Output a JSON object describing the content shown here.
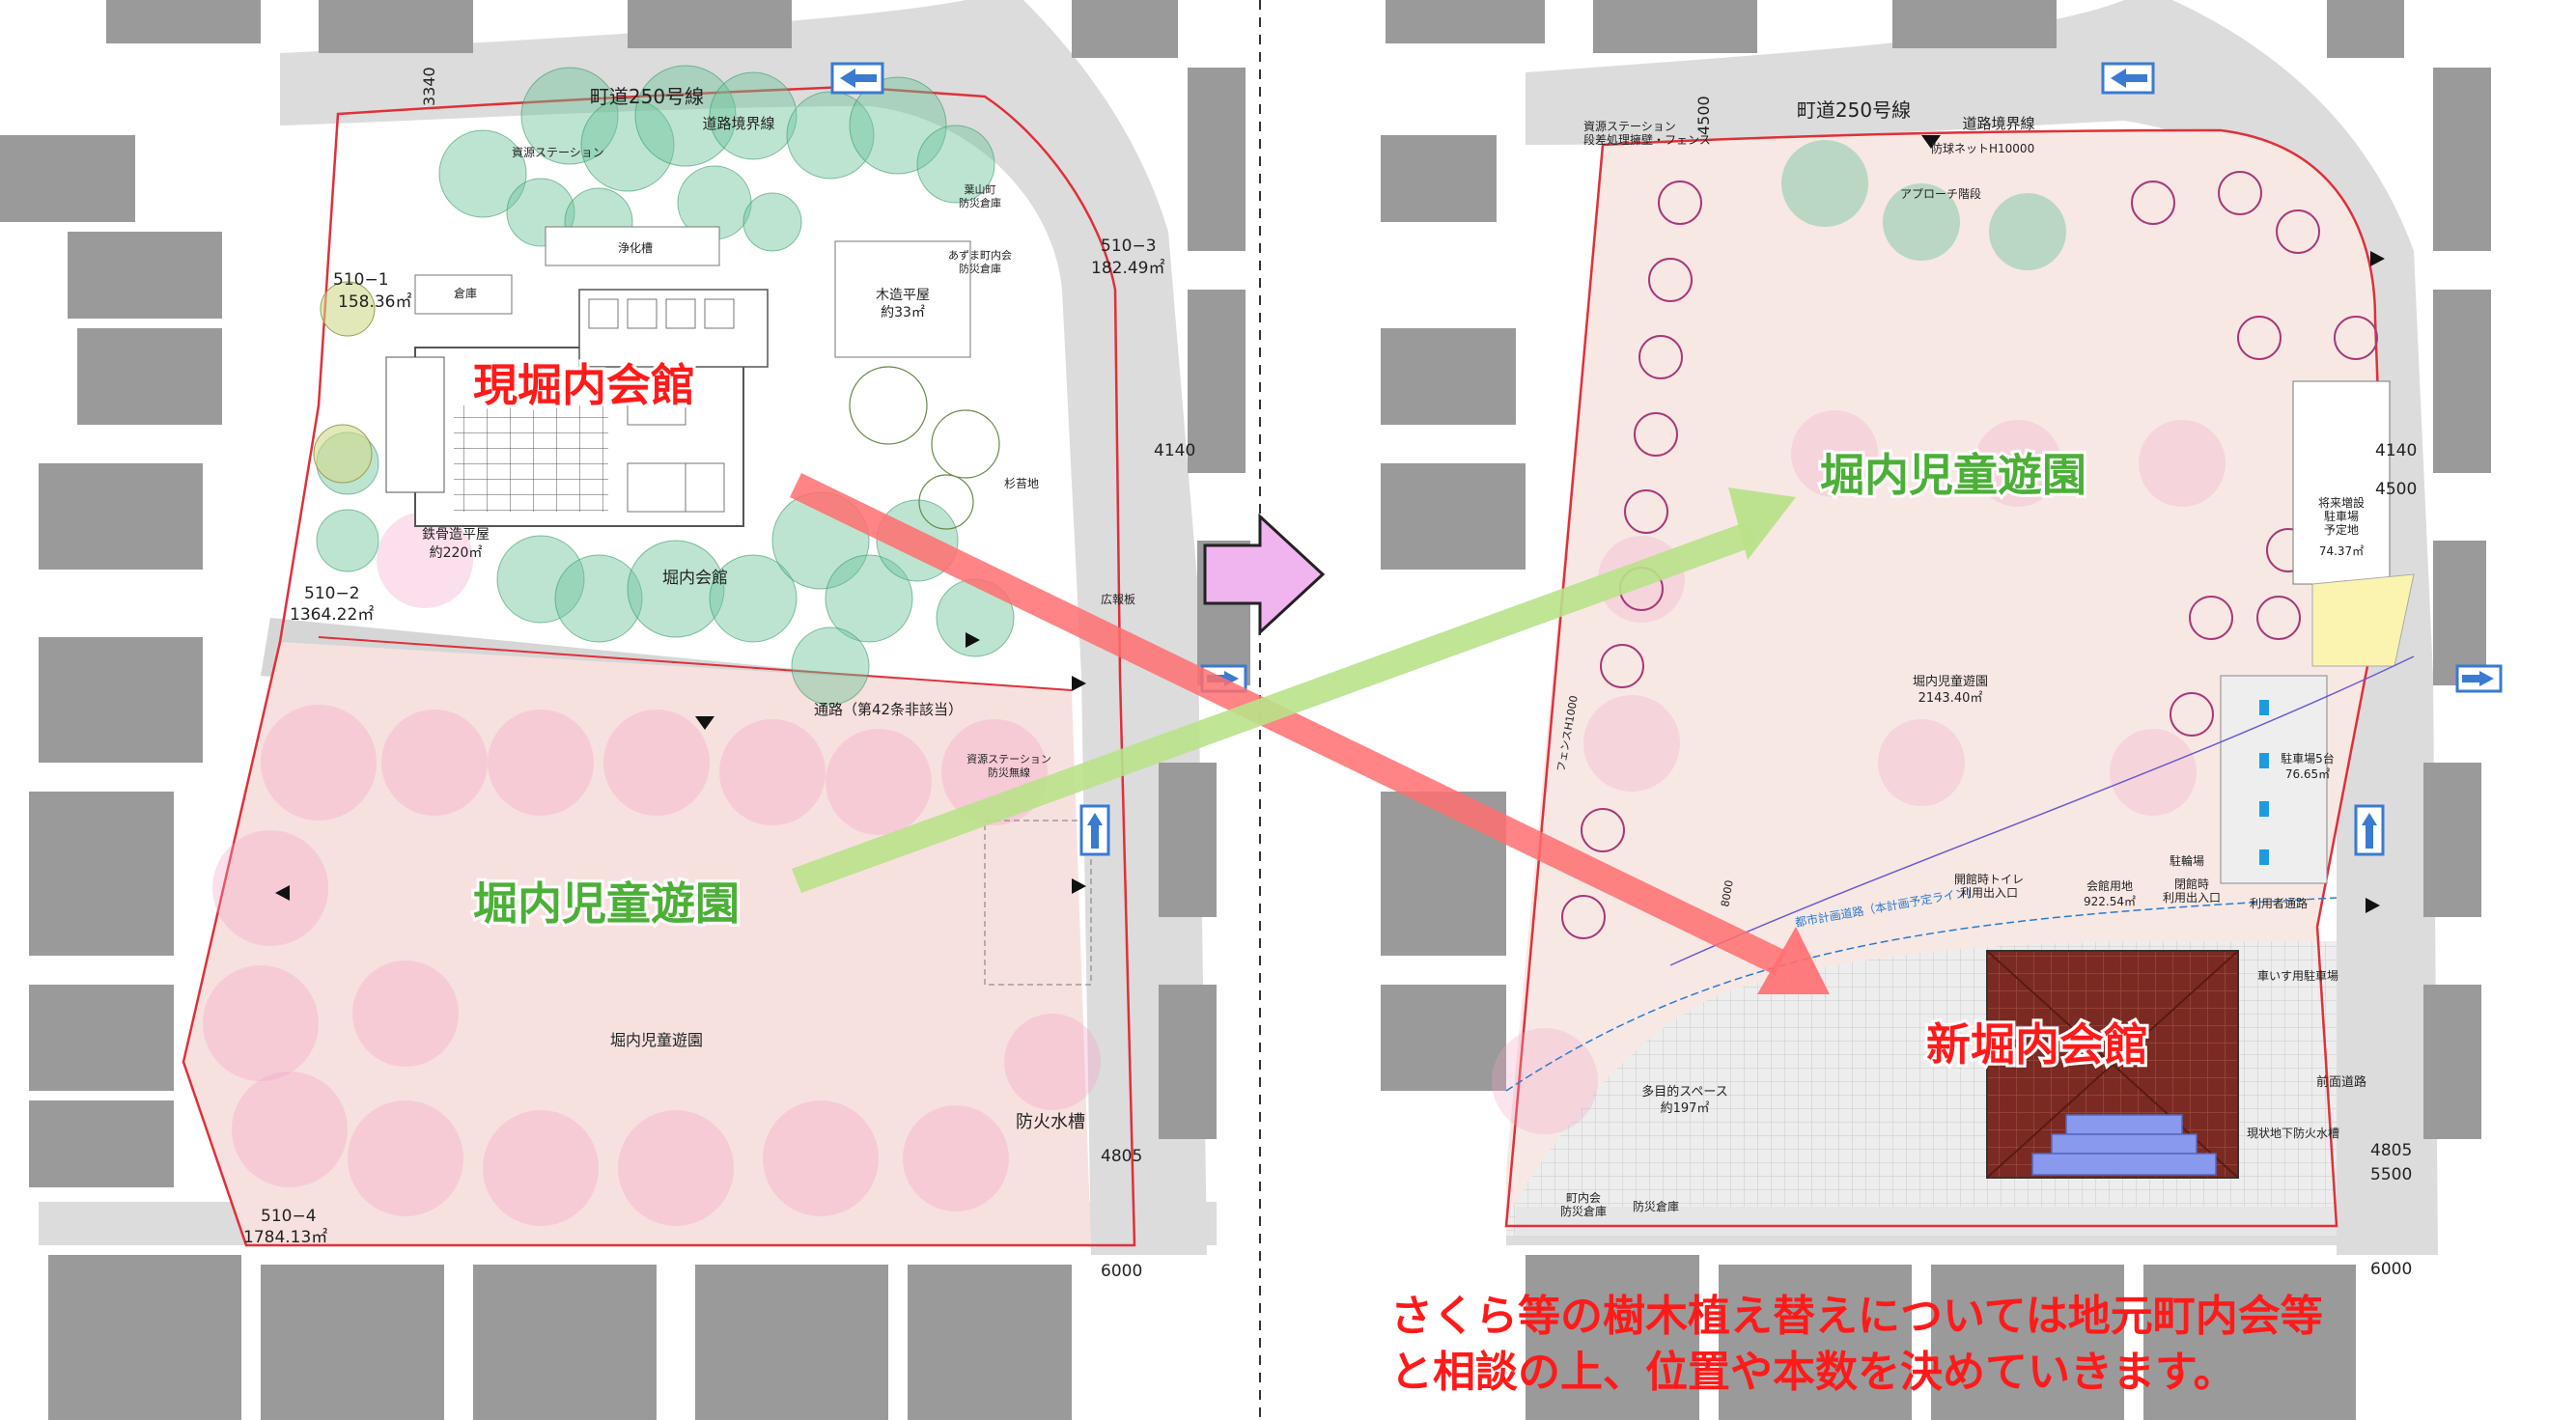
{
  "left_map": {
    "road_name": "町道250号線",
    "boundary_label": "道路境界線",
    "road_width_top": "3340",
    "road_width_right_mid": "4140",
    "road_width_right_low": "4805",
    "road_width_bottom": "6000",
    "lot_510_1": "510−1",
    "lot_510_1_area": "158.36㎡",
    "lot_510_2": "510−2",
    "lot_510_2_area": "1364.22㎡",
    "lot_510_3": "510−3",
    "lot_510_3_area": "182.49㎡",
    "lot_510_4": "510−4",
    "lot_510_4_area": "1784.13㎡",
    "resource_station": "資源ステーション",
    "septic_tank": "浄化槽",
    "warehouse": "倉庫",
    "wooden_house": "木造平屋",
    "wooden_house_area": "約33㎡",
    "disaster_store_a": "葉山町\n防災倉庫",
    "disaster_store_b": "あずま町内会\n防災倉庫",
    "steel_house": "鉄骨造平屋",
    "steel_house_area": "約220㎡",
    "hall_name_small": "堀内会館",
    "current_hall_title": "現堀内会館",
    "passage": "通路（第42条非該当）",
    "resource_disaster": "資源ステーション\n防災無線",
    "park_title": "堀内児童遊園",
    "park_name_small": "堀内児童遊園",
    "fire_tank": "防火水槽",
    "broadcast_pole": "広報板",
    "shed": "杉苔地"
  },
  "right_map": {
    "road_name": "町道250号線",
    "boundary_label": "道路境界線",
    "road_width_top": "4500",
    "road_width_right_a": "4140",
    "road_width_right_b": "4500",
    "road_width_low_a": "4805",
    "road_width_low_b": "5500",
    "road_width_bottom": "6000",
    "resource_station_top": "資源ステーション\n段差処理擁壁・フェンス",
    "net": "防球ネットH10000",
    "approach_steps": "アプローチ階段",
    "park_title": "堀内児童遊園",
    "park_name_small": "堀内児童遊園",
    "park_area": "2143.40㎡",
    "future_parking": "将来増設\n駐車場\n予定地",
    "future_parking_area": "74.37㎡",
    "parking_count": "駐車場5台",
    "parking_area": "76.65㎡",
    "bicycle": "駐輪場",
    "toilet": "開館時トイレ\n利用出入口",
    "hall_land": "会館用地",
    "hall_land_area": "922.54㎡",
    "closed_exit": "閉館時\n利用出入口",
    "user_path": "利用者通路",
    "plan_road": "都市計画道路（本計画予定ライン）",
    "wheelchair": "車いす用駐車場",
    "multipurpose": "多目的スペース",
    "multipurpose_area": "約197㎡",
    "new_hall_title": "新堀内会館",
    "underground_tank": "現状地下防火水槽",
    "front_road": "前面道路",
    "town_store": "町内会\n防災倉庫",
    "disaster_store": "防災倉庫",
    "fence_label": "フェンスH1000",
    "setback": "8000"
  },
  "note_line1": "さくら等の樹木植え替えについては地元町内会等",
  "note_line2": "と相談の上、位置や本数を決めていきます。",
  "colors": {
    "red_title": "#ff1a1a",
    "green_title": "#4caf37",
    "arrow_red": "#ff6e70",
    "arrow_green": "#b9e28a",
    "move_arrow": "#f0b4ee",
    "park_fill": "#f7e1de",
    "lot_line": "#e0303a",
    "building_gray": "#9a9a9a",
    "road_gray": "#dcdcdc",
    "tree_green": "#6cc39a",
    "cherry_pink": "#f4a4c8",
    "roof_brown": "#7a2a22",
    "stage_blue": "#8899ee"
  }
}
